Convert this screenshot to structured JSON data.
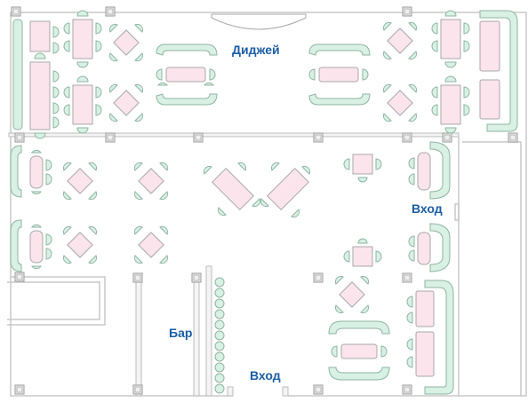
{
  "labels": {
    "dj": "Диджей",
    "entrance_right": "Вход",
    "bar": "Бар",
    "entrance_bottom": "Вход"
  },
  "colors": {
    "label_text": "#1a5ea6",
    "table_fill": "#fbe4ec",
    "seat_fill": "#d9f0e4",
    "wall": "#c8c8c8"
  }
}
